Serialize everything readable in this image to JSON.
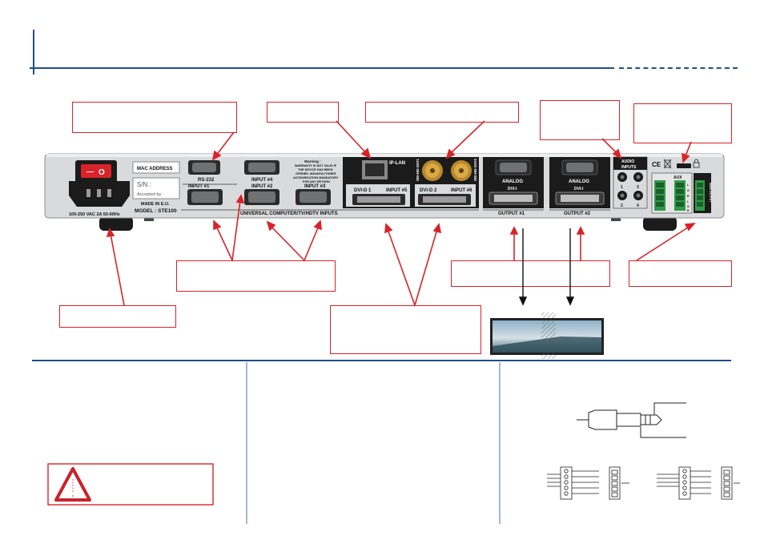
{
  "colors": {
    "rule_blue": "#1f4e8c",
    "callout_red": "#d8232a",
    "panel_body": "#d9dadb",
    "panel_black": "#1b1b1b"
  },
  "panel": {
    "mac_address": "MAC ADDRESS",
    "sn": "S/N :",
    "accepted_by": "Accepted by :",
    "made_in": "MADE IN E.U.",
    "model": "MODEL : STE100",
    "power_rating": "100-250 VAC 2A 50-60Hz",
    "rs232": "RS-232",
    "input1": "INPUT #1",
    "input2": "INPUT #2",
    "input3": "INPUT #3",
    "input4": "INPUT #4",
    "input5": "INPUT #5",
    "input6": "INPUT #6",
    "warning_title": "Warning :",
    "warning_lines": [
      "WARRANTY IS NOT VALID IF",
      "THE DEVICE HAS BEEN",
      "OPENED. MANUFACTURER",
      "AUTHORIZATION MANDATORY",
      "FOR ANY RETURN"
    ],
    "ip_lan": "IP-LAN",
    "dvi_d1": "DVI-D 1",
    "dvi_d2": "DVI-D 2",
    "sdi1": "SDI-HD-3G#1",
    "sdi2": "SDI-HD-3G#2",
    "universal_inputs": "UNIVERSAL COMPUTER/TV/HDTV INPUTS",
    "analog1": "ANALOG",
    "analog2": "ANALOG",
    "dvi_i1": "DVI-I",
    "dvi_i2": "DVI-I",
    "output1": "OUTPUT #1",
    "output2": "OUTPUT #2",
    "audio_inputs": "AUDIO INPUTS",
    "audio_numbers": [
      "1",
      "2",
      "3",
      "4"
    ],
    "aux": "AUX",
    "main_output": "MAIN OUTPUT",
    "terminal_labels": [
      "L",
      "G",
      "R",
      "L",
      "G",
      "R"
    ],
    "ce_mark": "CE",
    "switch_off": "—",
    "switch_on": "O"
  }
}
